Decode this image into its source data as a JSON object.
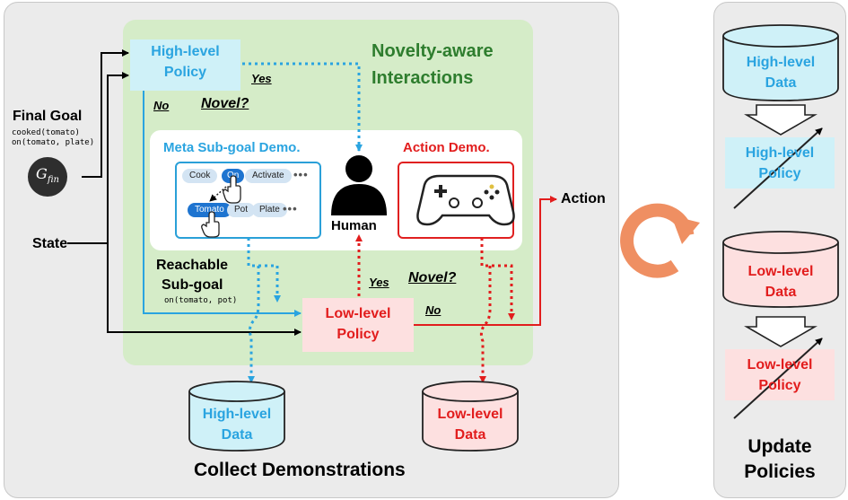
{
  "collect": {
    "final_goal_label": "Final Goal",
    "final_goal_line1": "cooked(tomato)",
    "final_goal_line2": "on(tomato, plate)",
    "gfin_symbol": "G",
    "gfin_sub": "fin",
    "state_label": "State",
    "novelty_title_line1": "Novelty-aware",
    "novelty_title_line2": "Interactions",
    "hl_policy_line1": "High-level",
    "hl_policy_line2": "Policy",
    "ll_policy_line1": "Low-level",
    "ll_policy_line2": "Policy",
    "yes_top": "Yes",
    "no_top": "No",
    "novel_top": "Novel?",
    "yes_bottom": "Yes",
    "no_bottom": "No",
    "novel_bottom": "Novel?",
    "meta_demo_title": "Meta Sub-goal Demo.",
    "action_demo_title": "Action Demo.",
    "human_label": "Human",
    "action_label": "Action",
    "reachable_line1": "Reachable",
    "reachable_line2": "Sub-goal",
    "reachable_value": "on(tomato, pot)",
    "chips_row1": [
      "Cook",
      "On",
      "Activate"
    ],
    "chips_row2": [
      "Tomato",
      "Pot",
      "Plate"
    ],
    "more_dots": "•••",
    "hl_data_line1": "High-level",
    "hl_data_line2": "Data",
    "ll_data_line1": "Low-level",
    "ll_data_line2": "Data",
    "caption": "Collect Demonstrations"
  },
  "update": {
    "hl_data_line1": "High-level",
    "hl_data_line2": "Data",
    "hl_policy_line1": "High-level",
    "hl_policy_line2": "Policy",
    "ll_data_line1": "Low-level",
    "ll_data_line2": "Data",
    "ll_policy_line1": "Low-level",
    "ll_policy_line2": "Policy",
    "caption_line1": "Update",
    "caption_line2": "Policies"
  },
  "colors": {
    "blue": "#2aa4e0",
    "red": "#e21d1d",
    "green_text": "#2e7d2e",
    "green_bg": "#d5ecc8",
    "cyan_fill": "#cff1f8",
    "pink_fill": "#fde0e0",
    "orange_cycle": "#ef8f62"
  },
  "icons": [
    "human-icon",
    "gamepad-icon",
    "cursor-hand-icon",
    "cycle-arrow-icon",
    "database-icon",
    "hollow-down-arrow-icon"
  ]
}
